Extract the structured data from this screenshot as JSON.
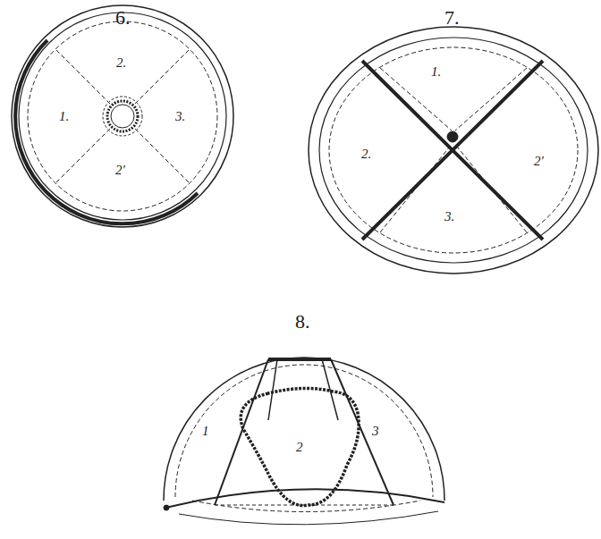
{
  "diagram": {
    "labels": [
      "6.",
      "7.",
      "2.",
      "1.",
      "3.",
      "2'",
      "1.",
      "2.",
      "2'",
      "3.",
      "8.",
      "1",
      "2",
      "3"
    ]
  }
}
